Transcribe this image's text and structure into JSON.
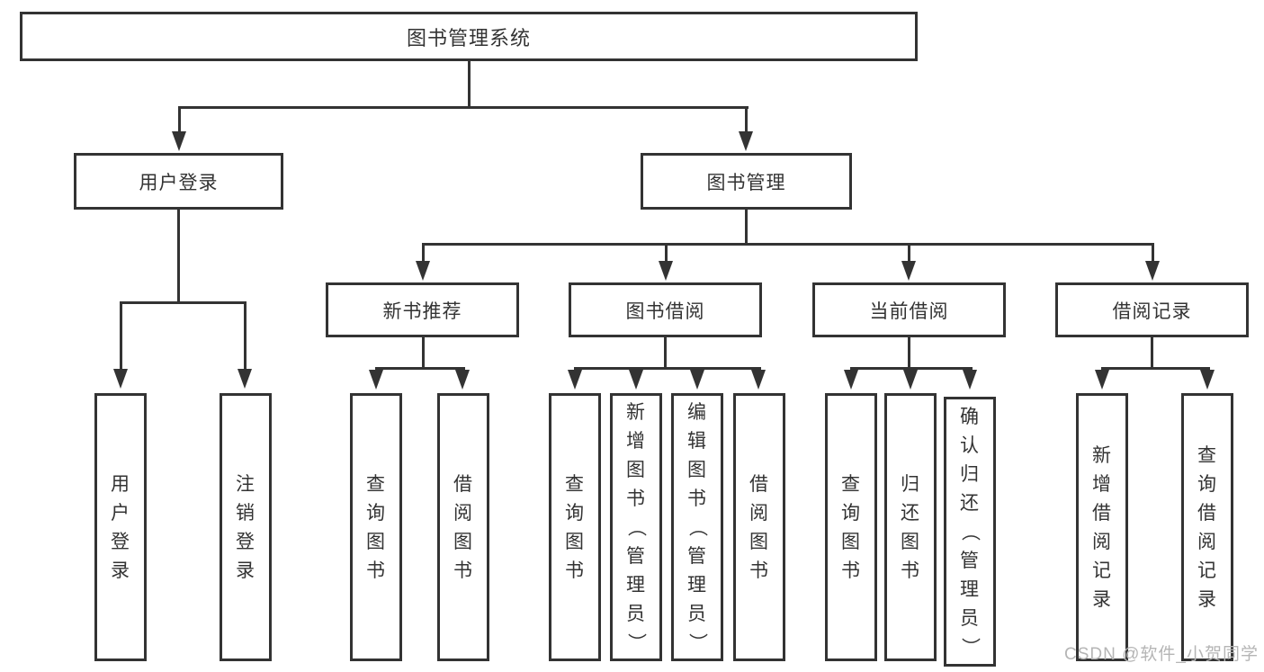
{
  "tree": {
    "label": "图书管理系统",
    "children": [
      {
        "label": "用户登录",
        "children": [
          {
            "label": "用户登录"
          },
          {
            "label": "注销登录"
          }
        ]
      },
      {
        "label": "图书管理",
        "children": [
          {
            "label": "新书推荐",
            "children": [
              {
                "label": "查询图书"
              },
              {
                "label": "借阅图书"
              }
            ]
          },
          {
            "label": "图书借阅",
            "children": [
              {
                "label": "查询图书"
              },
              {
                "label": "新增图书（管理员）"
              },
              {
                "label": "编辑图书（管理员）"
              },
              {
                "label": "借阅图书"
              }
            ]
          },
          {
            "label": "当前借阅",
            "children": [
              {
                "label": "查询图书"
              },
              {
                "label": "归还图书"
              },
              {
                "label": "确认归还（管理员）"
              }
            ]
          },
          {
            "label": "借阅记录",
            "children": [
              {
                "label": "新增借阅记录"
              },
              {
                "label": "查询借阅记录"
              }
            ]
          }
        ]
      }
    ]
  },
  "watermark": "CSDN @软件_小贺同学",
  "colors": {
    "line": "#333333",
    "text": "#333333",
    "watermark": "#b5b5b5",
    "background": "#ffffff"
  }
}
